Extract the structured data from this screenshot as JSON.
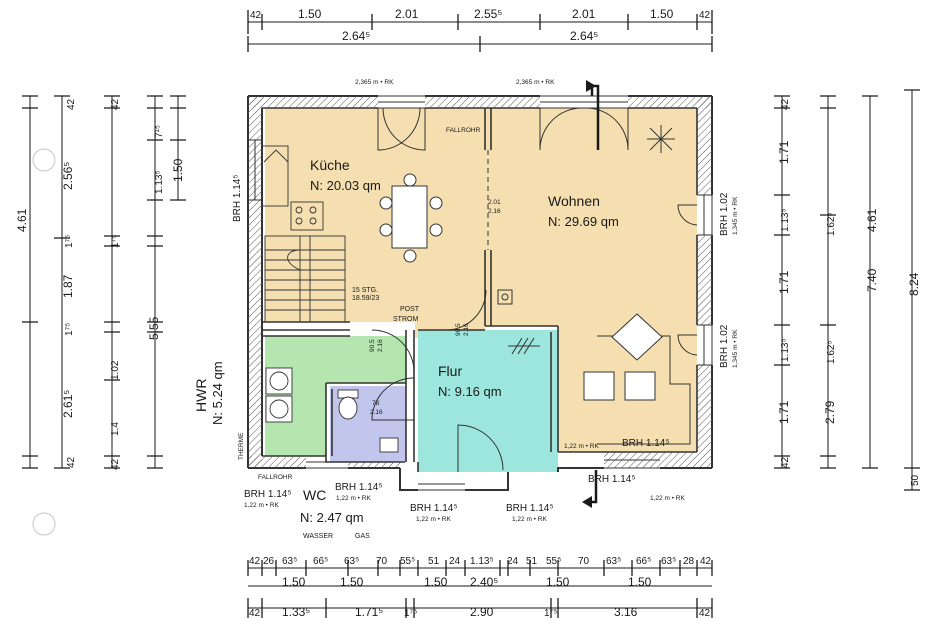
{
  "plan": {
    "colors": {
      "kitchen_living": "#f5dfb0",
      "hall": "#9de6dd",
      "hwr": "#b6e6b0",
      "wc": "#c2c5ec",
      "wall": "#333333"
    },
    "rooms": {
      "kueche": {
        "name": "Küche",
        "area": "N: 20.03 qm"
      },
      "wohnen": {
        "name": "Wohnen",
        "area": "N: 29.69 qm"
      },
      "flur": {
        "name": "Flur",
        "area": "N: 9.16 qm"
      },
      "wc": {
        "name": "WC",
        "area": "N: 2.47 qm"
      },
      "hwr": {
        "name": "HWR",
        "area": "N: 5.24 qm"
      }
    },
    "labels": {
      "stairs": "15 STG.",
      "stairs_ratio": "18.59/23",
      "post": "POST",
      "strom": "STROM",
      "wasser": "WASSER",
      "gas": "GAS",
      "therme": "THERME",
      "fallrohr": "FALLROHR",
      "rk_top_left": "2,365 m • RK",
      "rk_top_right": "2,365 m • RK",
      "rk_right_upper": "1,345 m • RK",
      "rk_right_lower": "1,345 m • RK",
      "rk_wc": "1,22 m • RK",
      "rk_hwr": "1,22 m • RK",
      "rk_flur_left": "1,22 m • RK",
      "rk_flur_right": "1,22 m • RK",
      "rk_living_bottom": "1,22 m • RK",
      "rk_bottom_right": "1,22 m • RK",
      "brh_hwr": "BRH 1.14⁵",
      "brh_wc": "BRH 1.14⁵",
      "brh_flur_left": "BRH 1.14⁵",
      "brh_flur_right": "BRH 1.14⁵",
      "brh_left_upper": "BRH 1.14⁵",
      "brh_right_upper": "BRH 1.02",
      "brh_right_lower": "BRH 1.02",
      "brh_living": "BRH 1.14⁵",
      "brh_bottom_right": "BRH 1.14⁵",
      "door_kitchen_living": "2.01",
      "door_kitchen_living_h": "2.16",
      "door_kitchen_hall": "90.5",
      "door_kitchen_hall_h": "2.16",
      "door_hall_stair": "90.5",
      "door_hall_stair_h": "2.16",
      "door_wc": "78",
      "door_wc_h": "2.16"
    },
    "dimensions": {
      "top_row1": [
        "42",
        "1.50",
        "2.01",
        "2.55⁵",
        "2.01",
        "1.50",
        "42"
      ],
      "top_row2": [
        "2.64⁵",
        "2.64⁵"
      ],
      "left_outer": [
        "4.61",
        "5.55"
      ],
      "left_mid": [
        "42",
        "2.56⁵",
        "1⁷⁵",
        "1.87",
        "1⁷⁵",
        "2.61⁵",
        "42"
      ],
      "left_inner": [
        "42",
        "7¹⁵",
        "1.13⁵",
        "1⁷⁵",
        "1.02",
        "1.4",
        "42"
      ],
      "left_window": [
        "1.50"
      ],
      "right_inner": [
        "42",
        "1.71",
        "1.13⁵",
        "1.71",
        "1.13⁵",
        "1.71",
        "42"
      ],
      "right_mid": [
        "1.62⁵",
        "1.62⁵",
        "2.79"
      ],
      "right_outer": [
        "4.61",
        "7.40",
        "8.24",
        "50"
      ],
      "bottom_row1": [
        "42",
        "26",
        "63⁵",
        "66⁵",
        "63⁵",
        "70",
        "55⁵",
        "51",
        "24",
        "1.13⁵",
        "24",
        "51",
        "55⁵",
        "70",
        "63⁵",
        "66⁵",
        "63⁵",
        "28",
        "42"
      ],
      "bottom_row2": [
        "1.50",
        "1.50",
        "1.50",
        "2.40⁵",
        "1.50",
        "1.50"
      ],
      "bottom_row3": [
        "42",
        "1.33⁵",
        "1.71⁵",
        "1⁷⁵",
        "2.90",
        "1⁷⁵",
        "3.16",
        "42"
      ]
    }
  }
}
